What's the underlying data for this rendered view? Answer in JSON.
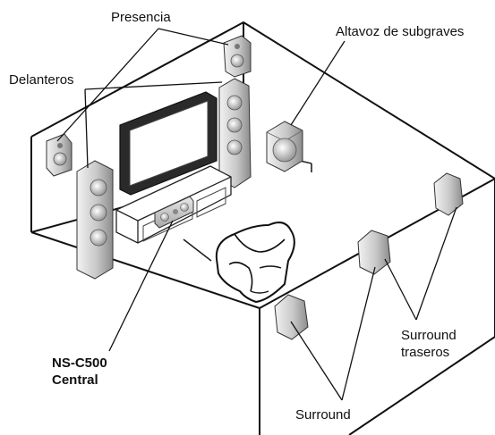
{
  "labels": {
    "presence": "Presencia",
    "front": "Delanteros",
    "subwoofer": "Altavoz de subgraves",
    "center_line1": "NS-C500",
    "center_line2": "Central",
    "surround_back_line1": "Surround",
    "surround_back_line2": "traseros",
    "surround": "Surround"
  },
  "colors": {
    "speaker_light": "#e6e6e6",
    "speaker_mid": "#b9b9b9",
    "speaker_dark": "#8a8a8a",
    "line": "#111111"
  }
}
